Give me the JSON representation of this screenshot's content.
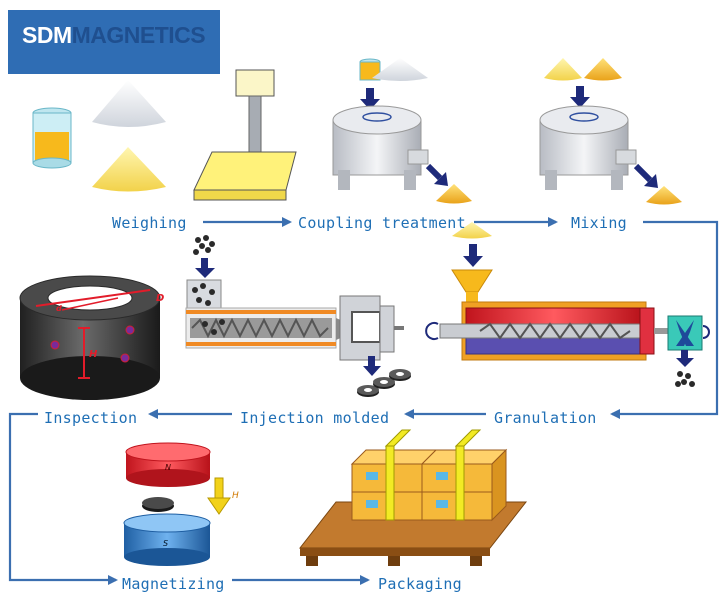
{
  "logo": {
    "part_a": "SDM",
    "part_b": "MAGNETICS"
  },
  "steps": {
    "weighing": "Weighing",
    "coupling": "Coupling treatment",
    "mixing": "Mixing",
    "injection": "Injection molded",
    "granulation": "Granulation",
    "inspection": "Inspection",
    "magnetizing": "Magnetizing",
    "packaging": "Packaging"
  },
  "ring_labels": {
    "diameter": "D",
    "height": "H",
    "inner": "d"
  },
  "magnet_labels": {
    "north": "N",
    "south": "S",
    "field": "H"
  },
  "colors": {
    "step_text": "#1f6fb5",
    "flow_arrow": "#3b6fb0",
    "logo_bg": "#2f6db4",
    "powder_yellow": "#f7e27a",
    "powder_white": "#e6e9ee",
    "barrel_red": "#e02a3a",
    "barrel_blue": "#5a4fb0",
    "box_orange": "#f5b93a",
    "pallet_brown": "#9a5a1c",
    "magnet_red": "#e8232b",
    "magnet_blue": "#2f82c8",
    "pellet_dark": "#2a2a2a"
  }
}
